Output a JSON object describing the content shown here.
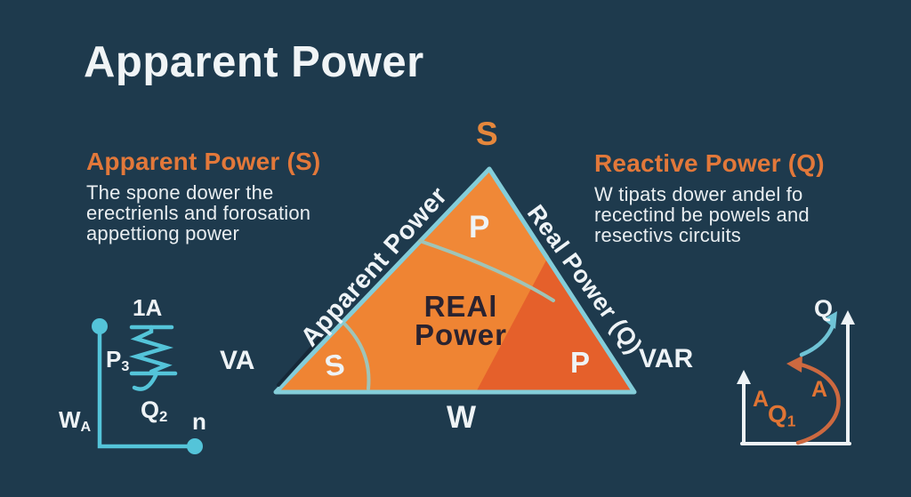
{
  "title": "Apparent Power",
  "colors": {
    "background": "#1e3a4d",
    "triangle_fill": "#ef8433",
    "triangle_dark_fill": "#e5602b",
    "triangle_border": "#84cdd9",
    "pointer_line": "#9fc4b8",
    "heading_orange": "#e2783a",
    "label_orange": "#e5873c",
    "white_text": "#eef3f6",
    "center_text_dark": "#2a2330",
    "circuit_teal": "#54c4d9",
    "axes_white": "#eef3f6",
    "arc_orange": "#cd6940",
    "arc_teal": "#6fc3d5"
  },
  "left_panel": {
    "heading": "Apparent Power (S)",
    "lines": [
      "The spone dower the",
      "erectrienls and forosation",
      "appettiong power"
    ]
  },
  "right_panel": {
    "heading": "Reactive Power (Q)",
    "lines": [
      "W tipats dower andel fo",
      "recectind be powels and",
      "resectivs circuits"
    ]
  },
  "triangle": {
    "apex_label": "S",
    "left_vertex_label": "VA",
    "right_vertex_label": "VAR",
    "bottom_label": "W",
    "hypotenuse_label": "Apparent Power",
    "right_side_label": "Real Power (Q)",
    "inner_top_label": "P",
    "inner_center_line1": "REAl",
    "inner_center_line2": "Power",
    "inner_left_label": "S",
    "inner_right_label": "P"
  },
  "circuit": {
    "top_label": "1A",
    "left_label_base": "P",
    "left_label_sub": "3",
    "bottom_label_base": "Q",
    "bottom_label_sub": "2",
    "corner_label_base": "W",
    "corner_label_sub": "A",
    "node_label": "n"
  },
  "axes_diagram": {
    "top_label": "Q",
    "left_label": "A",
    "mid_label_base": "Q",
    "mid_label_sub": "1",
    "right_label": "A"
  }
}
